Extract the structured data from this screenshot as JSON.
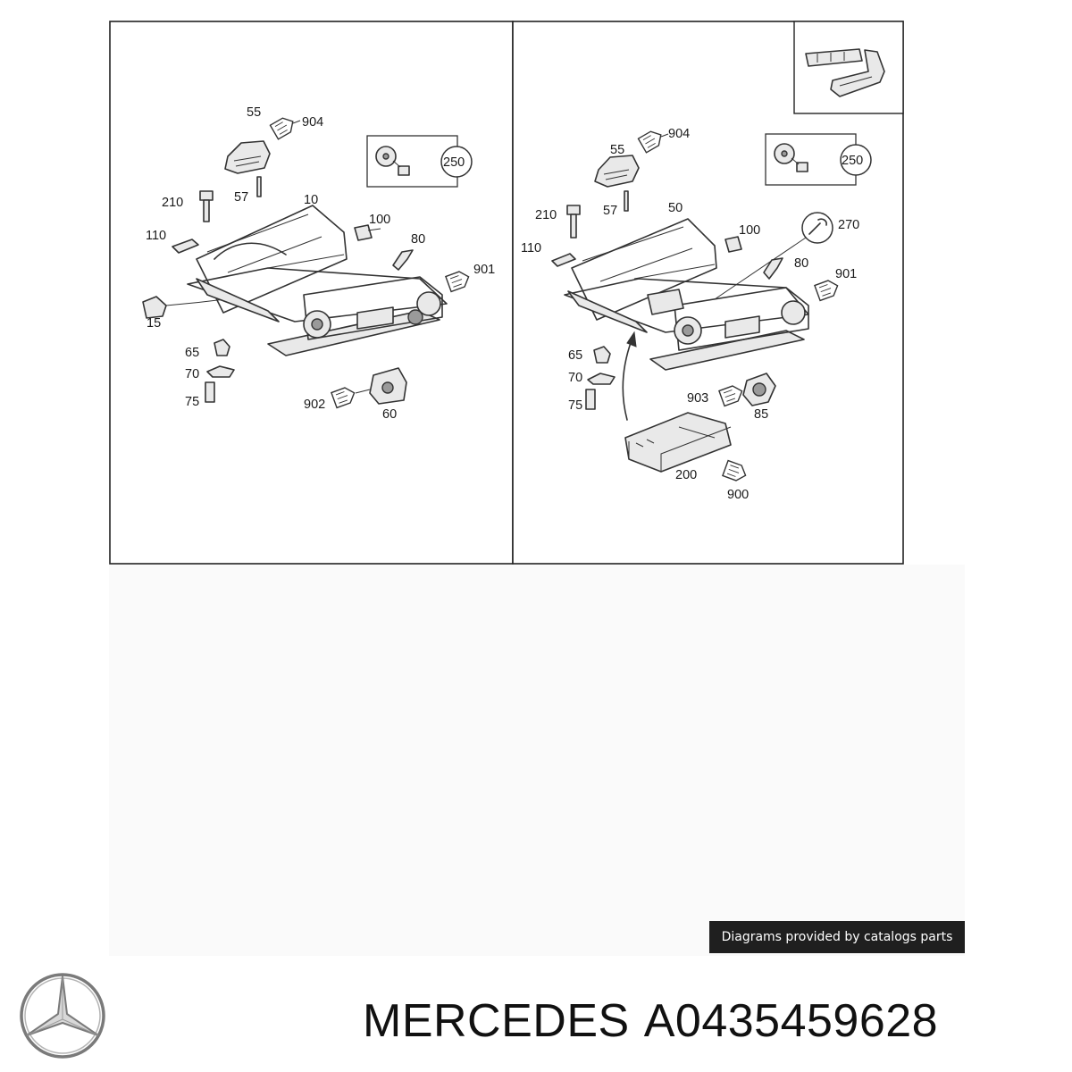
{
  "left_panel": {
    "callouts": [
      "904",
      "55",
      "57",
      "210",
      "10",
      "100",
      "110",
      "80",
      "901",
      "15",
      "65",
      "70",
      "75",
      "902",
      "60",
      "250"
    ]
  },
  "right_panel": {
    "callouts": [
      "904",
      "55",
      "57",
      "210",
      "50",
      "100",
      "270",
      "110",
      "80",
      "901",
      "65",
      "70",
      "75",
      "903",
      "85",
      "200",
      "900",
      "250"
    ]
  },
  "watermark": "Diagrams provided by catalogs parts",
  "brand": "MERCEDES",
  "part_number": "A0435459628",
  "logo_icon": "mercedes-star-icon"
}
